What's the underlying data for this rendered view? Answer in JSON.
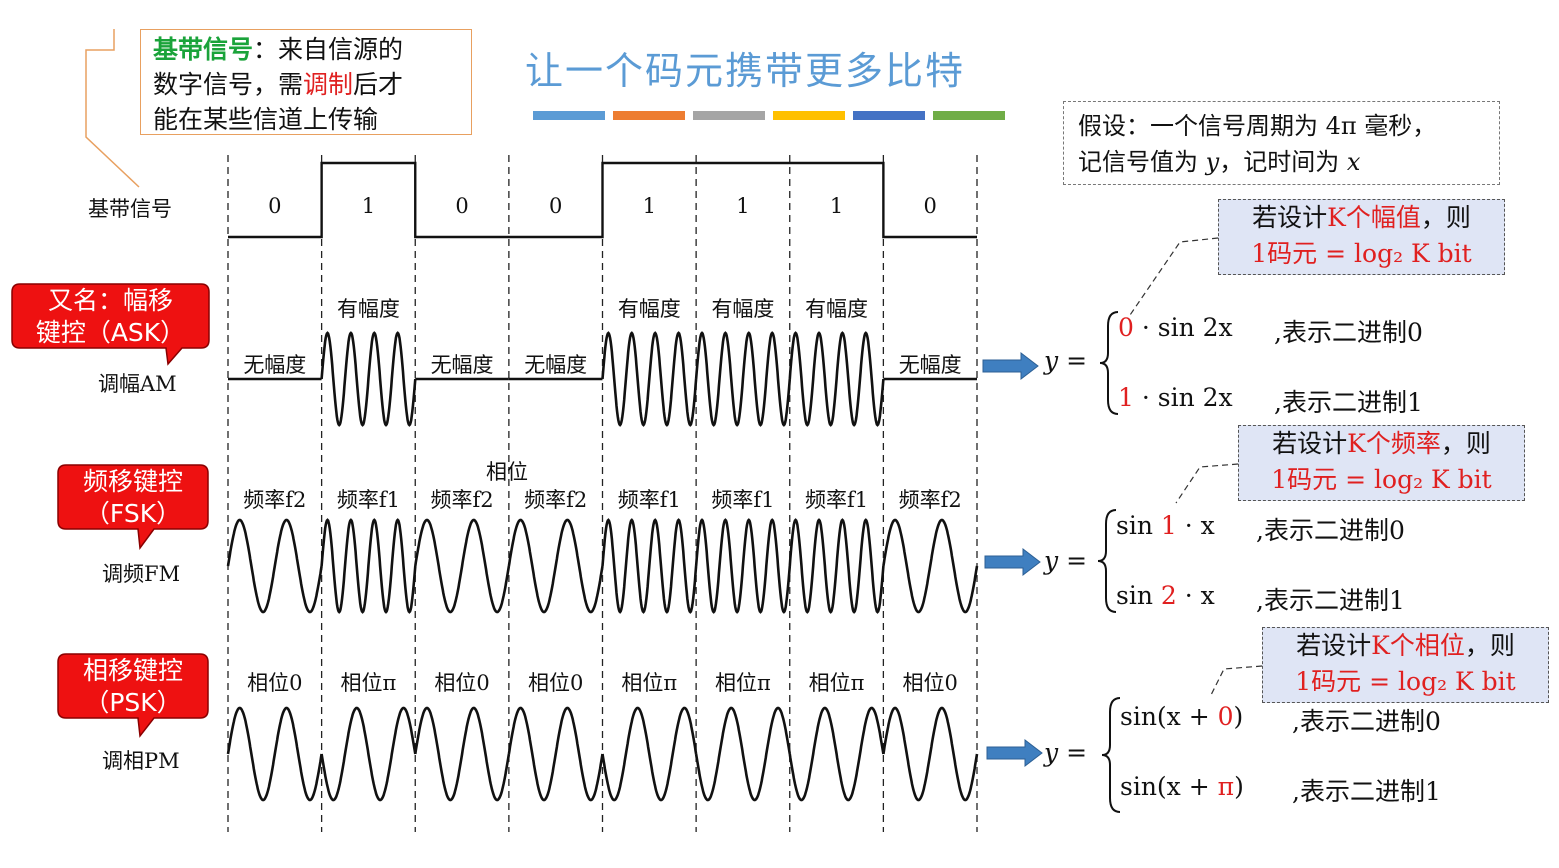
{
  "title": "让一个码元携带更多比特",
  "title_bar_colors": [
    "#5b9bd5",
    "#ed7d31",
    "#a5a5a5",
    "#ffc000",
    "#4472c4",
    "#70ad47"
  ],
  "info_box": {
    "term": "基带信号",
    "line1_rest": "：来自信源的",
    "line2_a": "数字信号，需",
    "line2_red": "调制",
    "line2_b": "后才",
    "line3": "能在某些信道上传输"
  },
  "assumption": {
    "line1": "假设：一个信号周期为 4π 毫秒，",
    "line2_a": "记信号值为 ",
    "line2_var1": "y",
    "line2_b": "，记时间为 ",
    "line2_var2": "x"
  },
  "baseband": {
    "label": "基带信号",
    "bits": [
      "0",
      "1",
      "0",
      "0",
      "1",
      "1",
      "1",
      "0"
    ]
  },
  "ask": {
    "badge_line1": "又名：幅移",
    "badge_line2": "键控（ASK）",
    "sub_label": "调幅AM",
    "slot_labels": [
      "无幅度",
      "有幅度",
      "无幅度",
      "无幅度",
      "有幅度",
      "有幅度",
      "有幅度",
      "无幅度"
    ],
    "formula_a": "若设计",
    "formula_k": "K个幅值",
    "formula_b": "，则",
    "formula_line2": "1码元 = log₂ K bit",
    "y_eq": "y =",
    "case1_coef": "0",
    "case1_expr": " · sin 2x",
    "case1_note": ",表示二进制0",
    "case2_coef": "1",
    "case2_expr": " · sin 2x",
    "case2_note": ",表示二进制1"
  },
  "fsk": {
    "badge_line1": "频移键控",
    "badge_line2": "（FSK）",
    "sub_label": "调频FM",
    "slot_labels": [
      "频率f2",
      "频率f1",
      "频率f2",
      "频率f2",
      "频率f1",
      "频率f1",
      "频率f1",
      "频率f2"
    ],
    "phase_note": "相位",
    "formula_a": "若设计",
    "formula_k": "K个频率",
    "formula_b": "，则",
    "formula_line2": "1码元 = log₂ K bit",
    "y_eq": "y =",
    "case1_a": "sin ",
    "case1_coef": "1",
    "case1_b": " · x",
    "case1_note": ",表示二进制0",
    "case2_a": "sin ",
    "case2_coef": "2",
    "case2_b": " · x",
    "case2_note": ",表示二进制1"
  },
  "psk": {
    "badge_line1": "相移键控",
    "badge_line2": "（PSK）",
    "sub_label": "调相PM",
    "slot_labels": [
      "相位0",
      "相位π",
      "相位0",
      "相位0",
      "相位π",
      "相位π",
      "相位π",
      "相位0"
    ],
    "formula_a": "若设计",
    "formula_k": "K个相位",
    "formula_b": "，则",
    "formula_line2": "1码元 = log₂ K bit",
    "y_eq": "y =",
    "case1_a": "sin(x + ",
    "case1_coef": "0",
    "case1_b": ")",
    "case1_note": ",表示二进制0",
    "case2_a": "sin(x + ",
    "case2_coef": "π",
    "case2_b": ")",
    "case2_note": ",表示二进制1"
  },
  "colors": {
    "title": "#5b9bd5",
    "badge_red": "#ee1111",
    "arrow_blue": "#3f7fc0",
    "highlight_red": "#e02020",
    "term_green": "#1aa33a",
    "formula_bg": "#dfe5f5"
  }
}
